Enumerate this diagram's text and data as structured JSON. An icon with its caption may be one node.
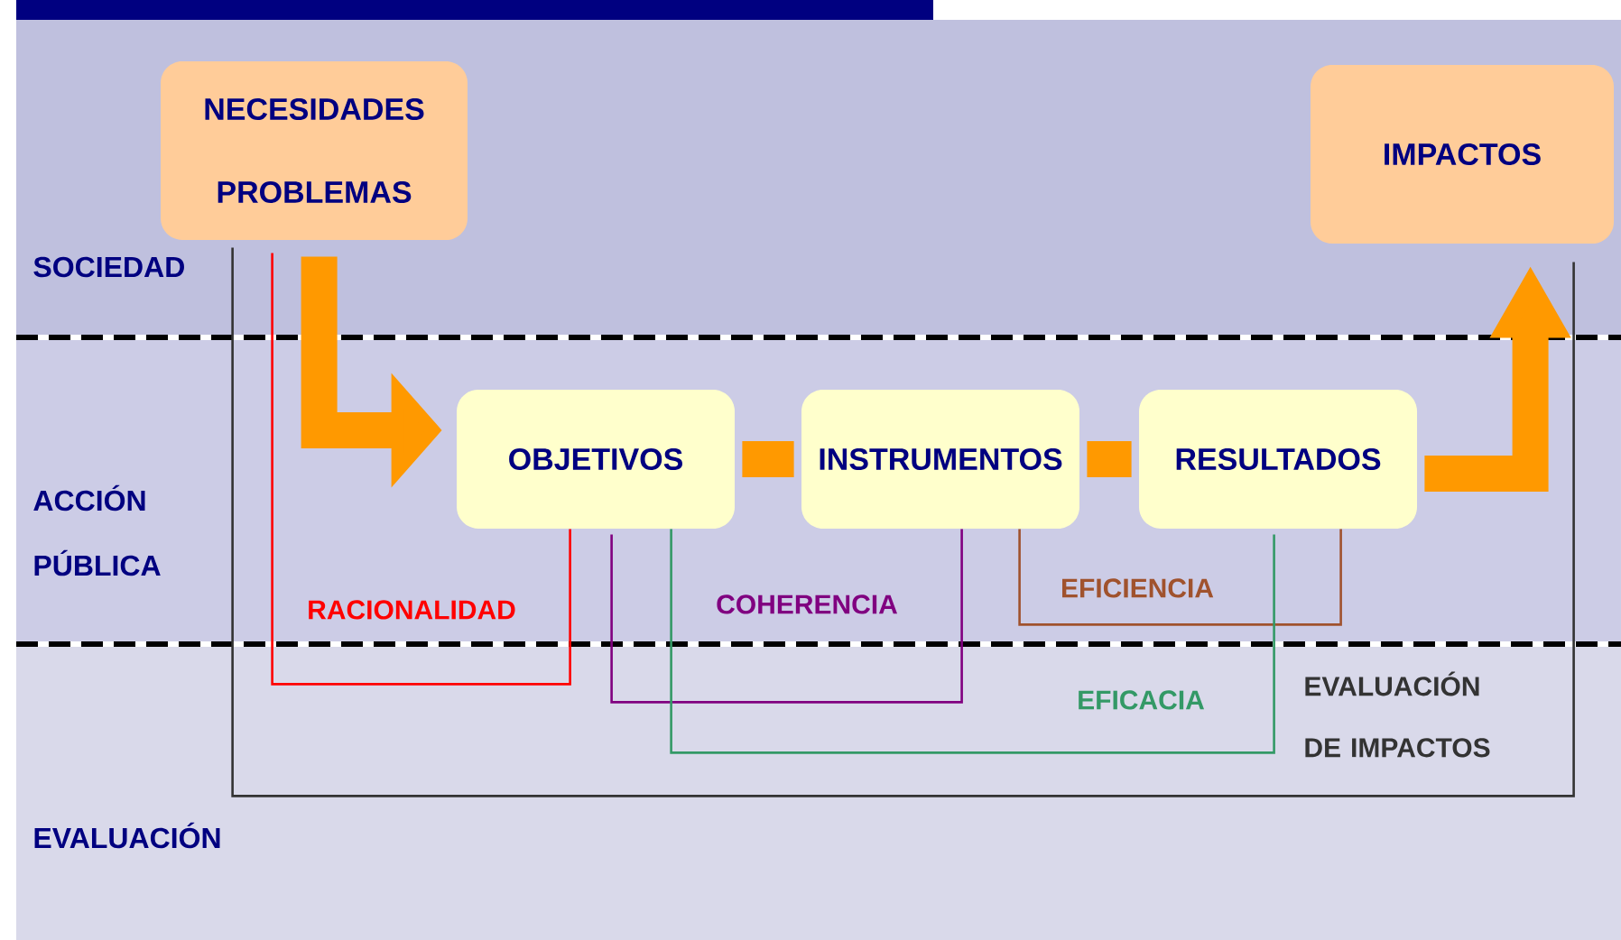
{
  "diagram": {
    "nodes": [
      {
        "text": [
          "NECESIDADES",
          "PROBLEMAS"
        ]
      },
      {
        "text": [
          "IMPACTOS"
        ]
      },
      {
        "text": [
          "OBJETIVOS"
        ]
      },
      {
        "text": [
          "INSTRUMENTOS"
        ]
      },
      {
        "text": [
          "RESULTADOS"
        ]
      }
    ],
    "edges": [
      {
        "from": 0,
        "to": 2,
        "arrow": "to",
        "style": "thick"
      },
      {
        "from": 2,
        "to": 3,
        "arrow": "none",
        "style": "thick"
      },
      {
        "from": 3,
        "to": 4,
        "arrow": "none",
        "style": "thick"
      },
      {
        "from": 4,
        "to": 1,
        "arrow": "to",
        "style": "thick"
      },
      {
        "from": 0,
        "to": 2,
        "arrow": "none",
        "label": "RACIONALIDAD",
        "color": "#ff0000"
      },
      {
        "from": 2,
        "to": 3,
        "arrow": "none",
        "label": "COHERENCIA",
        "color": "#800080"
      },
      {
        "from": 3,
        "to": 4,
        "arrow": "none",
        "label": "EFICIENCIA",
        "color": "#a0522d"
      },
      {
        "from": 2,
        "to": 4,
        "arrow": "none",
        "label": "EFICACIA",
        "color": "#339966"
      },
      {
        "from": 0,
        "to": 1,
        "arrow": "none",
        "label": "EVALUACIÓN DE IMPACTOS",
        "color": "#333333"
      }
    ],
    "labels": [
      "SOCIEDAD",
      "ACCIÓN PÚBLICA",
      "EVALUACIÓN"
    ]
  }
}
